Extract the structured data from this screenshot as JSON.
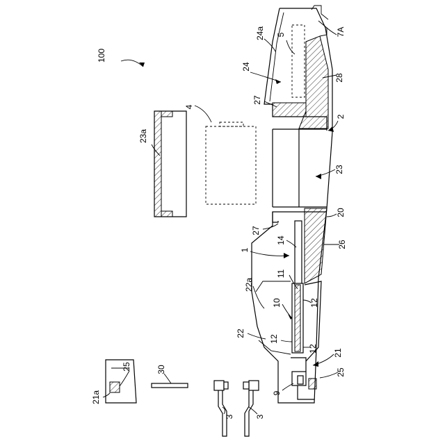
{
  "figure": {
    "labels": {
      "l100": "100",
      "l24a": "24a",
      "l5": "5",
      "l7A": "7A",
      "l24": "24",
      "l28": "28",
      "l27top": "27",
      "l2": "2",
      "l4": "4",
      "l23a": "23a",
      "l23": "23",
      "l20": "20",
      "l27mid": "27",
      "l14": "14",
      "l26": "26",
      "l1": "1",
      "l22a": "22a",
      "l11": "11",
      "l10": "10",
      "l12a": "12",
      "l22": "22",
      "l12b": "12",
      "l12c": "12",
      "l21": "21",
      "l25r": "25",
      "l9": "9",
      "l25l": "25",
      "l30": "30",
      "l21a": "21a",
      "l3a": "3",
      "l3b": "3"
    }
  }
}
